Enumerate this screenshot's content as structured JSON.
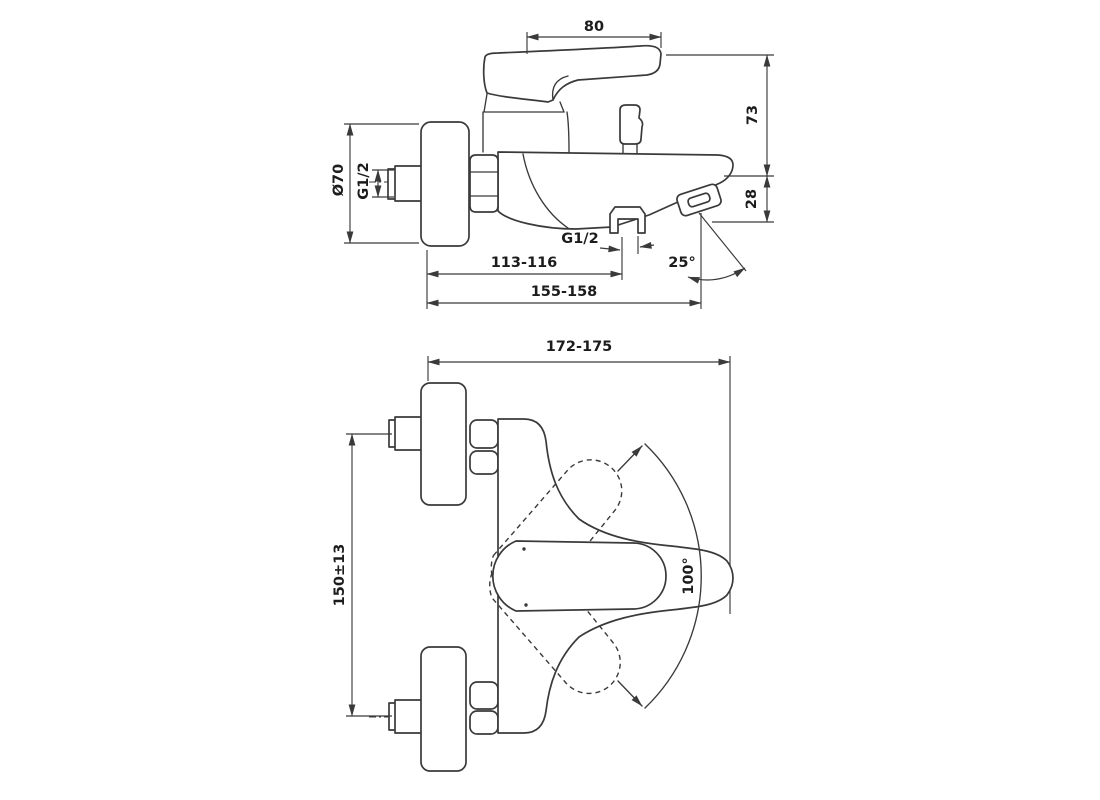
{
  "drawing": {
    "background": "#ffffff",
    "colors": {
      "line": "#3a3a3a",
      "text": "#1c1c1c"
    },
    "side_view": {
      "handle_width": "80",
      "body_height": "73",
      "spout_drop": "28",
      "flange_diameter": "Ø70",
      "inlet_thread": "G1/2",
      "outlet_thread": "G1/2",
      "outlet_offset": "113-116",
      "spout_reach": "155-158",
      "spout_angle": "25°"
    },
    "plan_view": {
      "overall_width": "172-175",
      "inlet_centers": "150±13",
      "handle_swing_angle": "100°"
    }
  }
}
